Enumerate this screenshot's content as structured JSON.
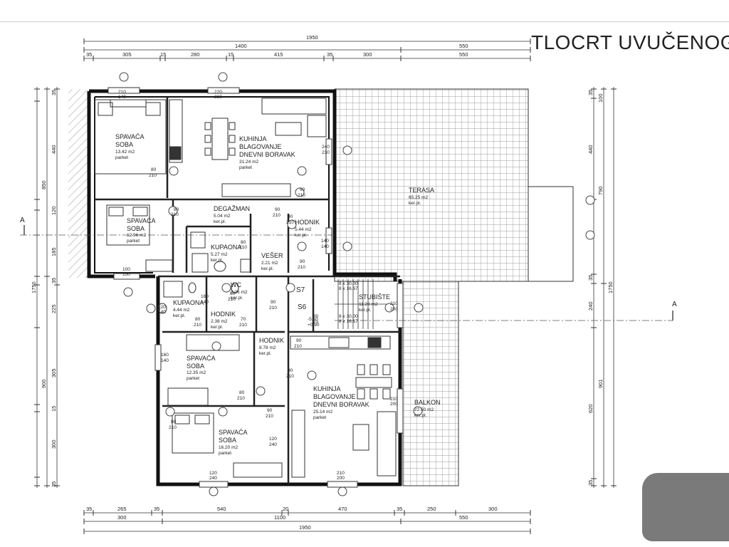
{
  "title": "TLOCRT UVUČENOG",
  "dims_top_row1": [
    "1950"
  ],
  "dims_top_row2": [
    "1400",
    "550"
  ],
  "dims_top_row3": [
    "35",
    "305",
    "15",
    "280",
    "15",
    "415",
    "35",
    "300",
    "550"
  ],
  "dims_bottom_row1": [
    "35",
    "265",
    "35",
    "540",
    "20",
    "470",
    "35",
    "250",
    "300"
  ],
  "dims_bottom_row2": [
    "300",
    "1100",
    "550"
  ],
  "dims_bottom_row3": [
    "1950"
  ],
  "dims_left_segments": [
    "35",
    "440",
    "850",
    "120",
    "185",
    "35",
    "225",
    "305",
    "15",
    "300",
    "35"
  ],
  "dims_left_totals": [
    "1750",
    "900"
  ],
  "dims_right_segments": [
    "35",
    "100",
    "440",
    "790",
    "35",
    "240",
    "620",
    "901",
    "35"
  ],
  "dims_right_totals": [
    "1750"
  ],
  "section_marks": [
    "A",
    "A"
  ],
  "stair_marks": [
    "S7",
    "S6"
  ],
  "rooms": [
    {
      "name1": "SPAVAĆA",
      "name2": "SOBA",
      "area": "13.42 m2",
      "floor": "parket"
    },
    {
      "name1": "KUHINJA",
      "name2": "BLAGOVANJE",
      "name3": "DNEVNI BORAVAK",
      "area": "31.24 m2",
      "floor": "parket"
    },
    {
      "name1": "TERASA",
      "area": "65.25 m2",
      "floor": "ker.pl."
    },
    {
      "name1": "DEGAŽMAN",
      "area": "5.04 m2",
      "floor": "ker.pl."
    },
    {
      "name1": "SPAVAĆA",
      "name2": "SOBA",
      "area": "12.96 m2",
      "floor": "parket"
    },
    {
      "name1": "HODNIK",
      "area": "5.44 m2",
      "floor": "ker.pl."
    },
    {
      "name1": "KUPAONA",
      "area": "5.27 m2",
      "floor": "ker.pl."
    },
    {
      "name1": "VEŠER",
      "area": "2.21 m2",
      "floor": "ker.pl."
    },
    {
      "name1": "WC",
      "area": "2.26 m2",
      "floor": "ker.pl."
    },
    {
      "name1": "KUPAONA",
      "area": "4.44 m2",
      "floor": "ker.pl."
    },
    {
      "name1": "HODNIK",
      "area": "2.38 m2",
      "floor": "ker.pl."
    },
    {
      "name1": "STUBIŠTE",
      "area": "11.28 m2",
      "floor": "ker.pl."
    },
    {
      "name1": "HODNIK",
      "area": "8.78 m2",
      "floor": "ker.pl."
    },
    {
      "name1": "SPAVAĆA",
      "name2": "SOBA",
      "area": "12.35 m2",
      "floor": "parket"
    },
    {
      "name1": "KUHINJA",
      "name2": "BLAGOVANJE",
      "name3": "DNEVNI BORAVAK",
      "area": "25.14 m2",
      "floor": "parket"
    },
    {
      "name1": "BALKON",
      "area": "22.50 m2",
      "floor": "ker.pl."
    },
    {
      "name1": "SPAVAĆA",
      "name2": "SOBA",
      "area": "16.20 m2",
      "floor": "parket"
    }
  ],
  "stairs": {
    "flight1": "8 x 30.00",
    "flight1b": "8 x 16.67",
    "flight2": "8 x 30.00",
    "flight2b": "8 x 16.67",
    "level1": "-5.50",
    "level2": "+0.90"
  },
  "openings": [
    {
      "w": "80",
      "h": "210"
    },
    {
      "w": "80",
      "h": "210"
    },
    {
      "w": "90",
      "h": "210"
    },
    {
      "w": "90",
      "h": "210"
    },
    {
      "w": "90",
      "h": "210"
    },
    {
      "w": "80",
      "h": "210"
    },
    {
      "w": "80",
      "h": "210"
    },
    {
      "w": "70",
      "h": "210"
    },
    {
      "w": "90",
      "h": "210"
    },
    {
      "w": "90",
      "h": "210"
    },
    {
      "w": "80",
      "h": "210"
    },
    {
      "w": "80",
      "h": "210"
    },
    {
      "w": "60",
      "h": "210"
    },
    {
      "w": "90",
      "h": "210"
    },
    {
      "w": "90",
      "h": "210"
    },
    {
      "w": "90",
      "h": "210"
    },
    {
      "w": "240",
      "h": "230"
    },
    {
      "w": "140",
      "h": "140"
    },
    {
      "w": "210",
      "h": "140"
    },
    {
      "w": "220",
      "h": "230"
    },
    {
      "w": "100",
      "h": "150"
    },
    {
      "w": "160",
      "h": "140"
    },
    {
      "w": "120",
      "h": "140"
    },
    {
      "w": "210",
      "h": "200"
    },
    {
      "w": "210",
      "h": "200"
    },
    {
      "w": "210",
      "h": "200"
    },
    {
      "w": "120",
      "h": "240"
    },
    {
      "w": "120",
      "h": "240"
    },
    {
      "w": "160",
      "h": "140"
    },
    {
      "w": "80",
      "h": "70"
    }
  ]
}
